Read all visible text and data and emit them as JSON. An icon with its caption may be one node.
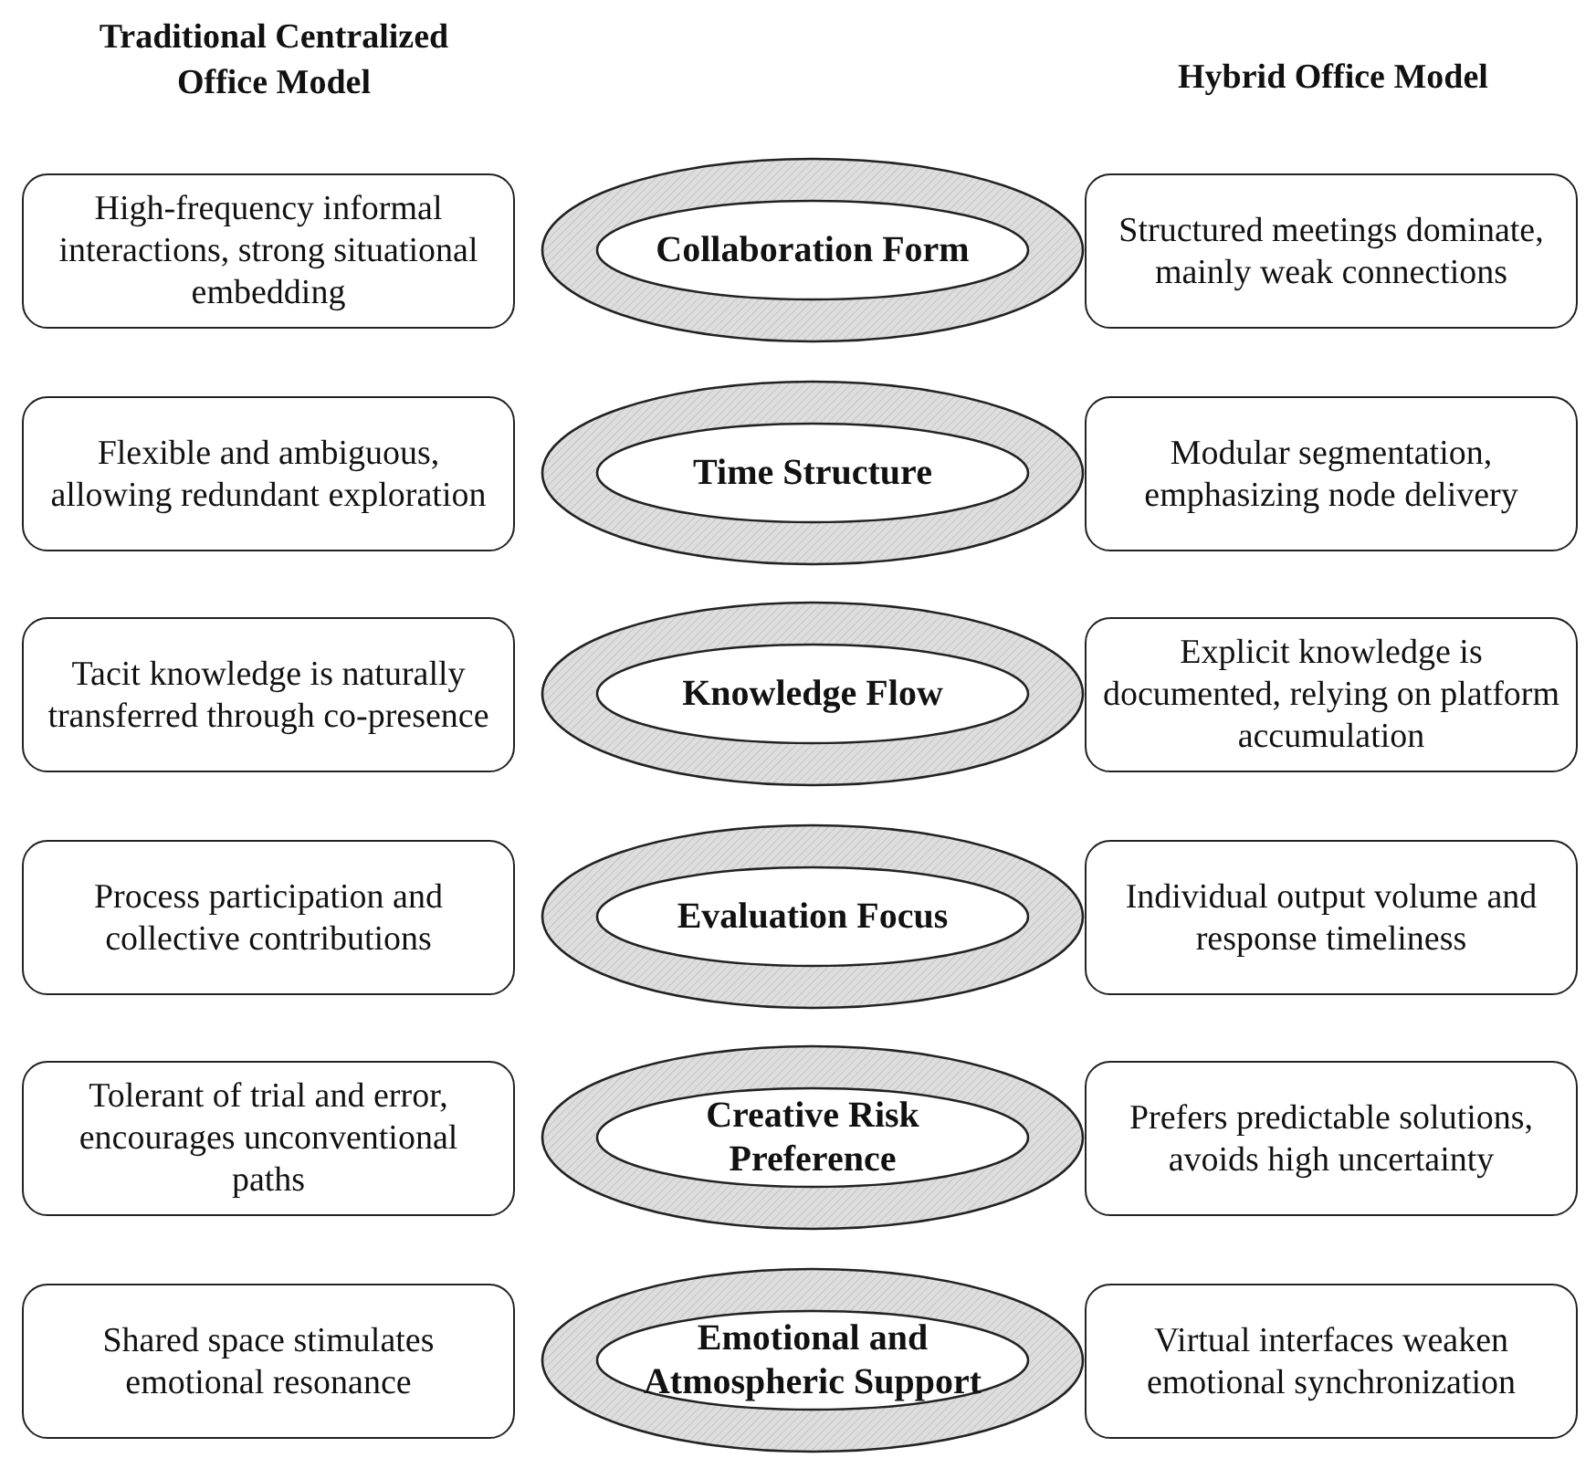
{
  "diagram": {
    "nodes": [
      {
        "text": [
          "High-frequency informal interactions, strong situational embedding"
        ]
      },
      {
        "text": [
          "Collaboration Form"
        ]
      },
      {
        "text": [
          "Structured meetings dominate, mainly weak connections"
        ]
      },
      {
        "text": [
          "Flexible and ambiguous, allowing redundant exploration"
        ]
      },
      {
        "text": [
          "Time Structure"
        ]
      },
      {
        "text": [
          "Modular segmentation, emphasizing node delivery"
        ]
      },
      {
        "text": [
          "Tacit knowledge is naturally transferred through co-presence"
        ]
      },
      {
        "text": [
          "Knowledge Flow"
        ]
      },
      {
        "text": [
          "Explicit knowledge is documented, relying on platform accumulation"
        ]
      },
      {
        "text": [
          "Process participation and collective contributions"
        ]
      },
      {
        "text": [
          "Evaluation Focus"
        ]
      },
      {
        "text": [
          "Individual output volume and response timeliness"
        ]
      },
      {
        "text": [
          "Tolerant of trial and error, encourages unconventional paths"
        ]
      },
      {
        "text": [
          "Creative Risk Preference"
        ]
      },
      {
        "text": [
          "Prefers predictable solutions, avoids high uncertainty"
        ]
      },
      {
        "text": [
          "Shared space stimulates emotional resonance"
        ]
      },
      {
        "text": [
          "Emotional and Atmospheric Support"
        ]
      },
      {
        "text": [
          "Virtual interfaces weaken emotional synchronization"
        ]
      }
    ],
    "labels": [
      "Traditional Centralized Office Model",
      "Hybrid Office Model"
    ]
  }
}
